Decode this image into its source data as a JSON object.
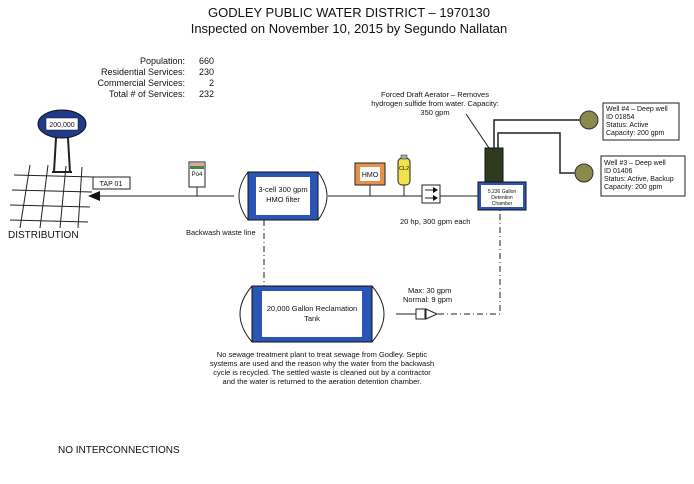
{
  "header": {
    "title": "GODLEY PUBLIC WATER DISTRICT – 1970130",
    "subtitle": "Inspected on November 10, 2015 by Segundo Nallatan"
  },
  "stats": {
    "population_label": "Population:",
    "population_value": "660",
    "residential_label": "Residential Services:",
    "residential_value": "230",
    "commercial_label": "Commercial Services:",
    "commercial_value": "2",
    "total_label": "Total # of Services:",
    "total_value": "232"
  },
  "tower": {
    "capacity": "200,000"
  },
  "distribution": {
    "label": "DISTRIBUTION",
    "tap": "TAP 01"
  },
  "po4": {
    "label": "Po4"
  },
  "filter": {
    "line1": "3-cell 300 gpm",
    "line2": "HMO filter"
  },
  "hmo": {
    "label": "HMO"
  },
  "cl2": {
    "label": "CL2"
  },
  "backwash": {
    "label": "Backwash waste line"
  },
  "aerator": {
    "line1": "Forced Draft Aerator – Removes",
    "line2": "hydrogen sulfide from water.  Capacity:",
    "line3": "350 gpm"
  },
  "detention": {
    "line1": "5,236 Gallon",
    "line2": "Detention",
    "line3": "Chamber"
  },
  "pumps": {
    "label": "20 hp, 300 gpm each"
  },
  "well4": {
    "title": "Well #4 – Deep well",
    "id": "ID 01854",
    "status": "Status: Active",
    "capacity": "Capacity:  200 gpm"
  },
  "well3": {
    "title": "Well #3 – Deep well",
    "id": "ID 01406",
    "status": "Status: Active, Backup",
    "capacity": "Capacity:  200 gpm"
  },
  "reclamation": {
    "line1": "20,000 Gallon Reclamation",
    "line2": "Tank",
    "max": "Max:  30 gpm",
    "normal": "Normal:  9 gpm"
  },
  "note": {
    "line1": "No sewage treatment plant to treat sewage from Godley.  Septic",
    "line2": "systems are used and the reason why the water from the backwash",
    "line3": "cycle is recycled.  The settled waste is cleaned out by a contractor",
    "line4": "and the water is returned to the aeration detention chamber."
  },
  "footer": {
    "label": "NO INTERCONNECTIONS"
  },
  "colors": {
    "tank_blue": "#2b55b5",
    "tower_navy": "#1f3a8a",
    "well_olive": "#8a8a4a",
    "hmo_orange": "#e8914a",
    "cl2_yellow": "#f2e14a",
    "po4_green": "#3a8a4a",
    "po4_pink": "#e6a0a0",
    "aerator_green": "#2f3a1f"
  }
}
